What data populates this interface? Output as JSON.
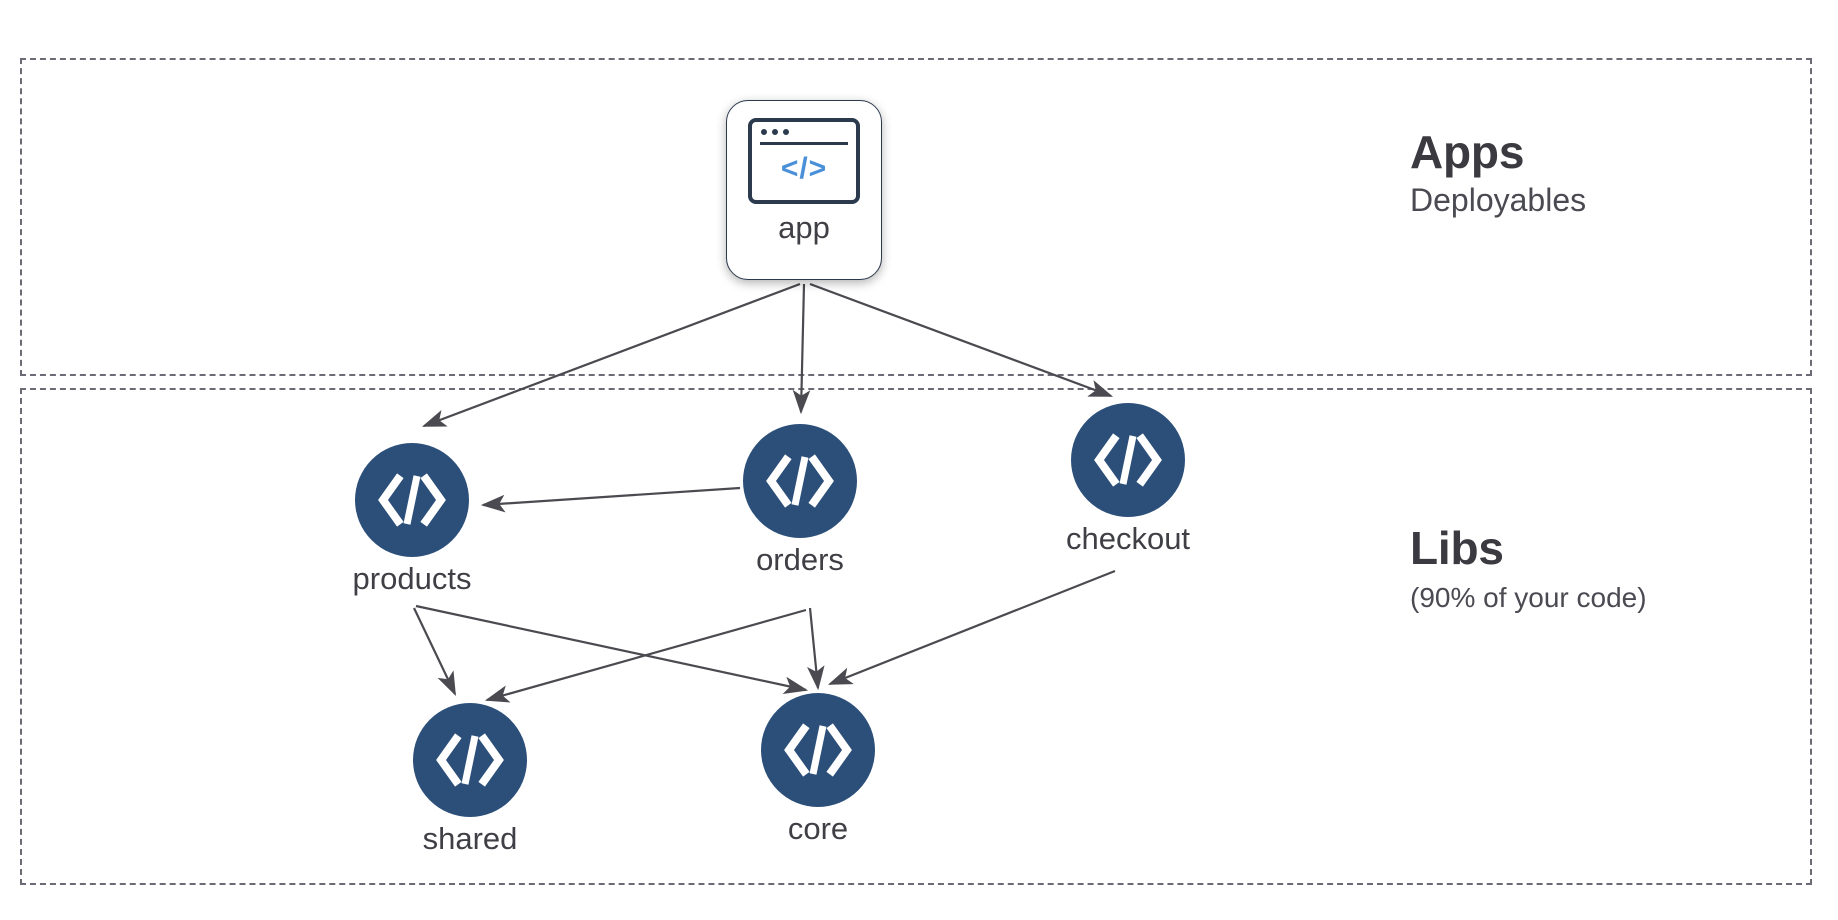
{
  "diagram": {
    "type": "dependency-graph",
    "title": "Apps and Libs dependency graph",
    "zones": [
      {
        "id": "apps",
        "title": "Apps",
        "subtitle": "Deployables"
      },
      {
        "id": "libs",
        "title": "Libs",
        "subtitle": "(90% of your code)"
      }
    ],
    "nodes": [
      {
        "id": "app",
        "label": "app",
        "zone": "apps",
        "shape": "rounded-square",
        "icon": "browser-code-icon",
        "icon_glyph": "</>",
        "fill": "#ffffff",
        "icon_color": "#4a90d9"
      },
      {
        "id": "products",
        "label": "products",
        "zone": "libs",
        "shape": "circle",
        "icon": "code-brackets-icon",
        "icon_glyph": "</>",
        "fill": "#2c4f79",
        "icon_color": "#ffffff"
      },
      {
        "id": "orders",
        "label": "orders",
        "zone": "libs",
        "shape": "circle",
        "icon": "code-brackets-icon",
        "icon_glyph": "</>",
        "fill": "#2c4f79",
        "icon_color": "#ffffff"
      },
      {
        "id": "checkout",
        "label": "checkout",
        "zone": "libs",
        "shape": "circle",
        "icon": "code-brackets-icon",
        "icon_glyph": "</>",
        "fill": "#2c4f79",
        "icon_color": "#ffffff"
      },
      {
        "id": "shared",
        "label": "shared",
        "zone": "libs",
        "shape": "circle",
        "icon": "code-brackets-icon",
        "icon_glyph": "</>",
        "fill": "#2c4f79",
        "icon_color": "#ffffff"
      },
      {
        "id": "core",
        "label": "core",
        "zone": "libs",
        "shape": "circle",
        "icon": "code-brackets-icon",
        "icon_glyph": "</>",
        "fill": "#2c4f79",
        "icon_color": "#ffffff"
      }
    ],
    "edges": [
      {
        "from": "app",
        "to": "products"
      },
      {
        "from": "app",
        "to": "orders"
      },
      {
        "from": "app",
        "to": "checkout"
      },
      {
        "from": "orders",
        "to": "products"
      },
      {
        "from": "products",
        "to": "shared"
      },
      {
        "from": "products",
        "to": "core"
      },
      {
        "from": "orders",
        "to": "shared"
      },
      {
        "from": "orders",
        "to": "core"
      },
      {
        "from": "checkout",
        "to": "core"
      }
    ],
    "colors": {
      "lib_fill": "#2c4f79",
      "app_border": "#2b3a4d",
      "app_icon": "#4a90d9",
      "edge": "#4a4a50",
      "zone_border": "#6b6b75",
      "text": "#3f3f46",
      "background": "#ffffff"
    }
  }
}
